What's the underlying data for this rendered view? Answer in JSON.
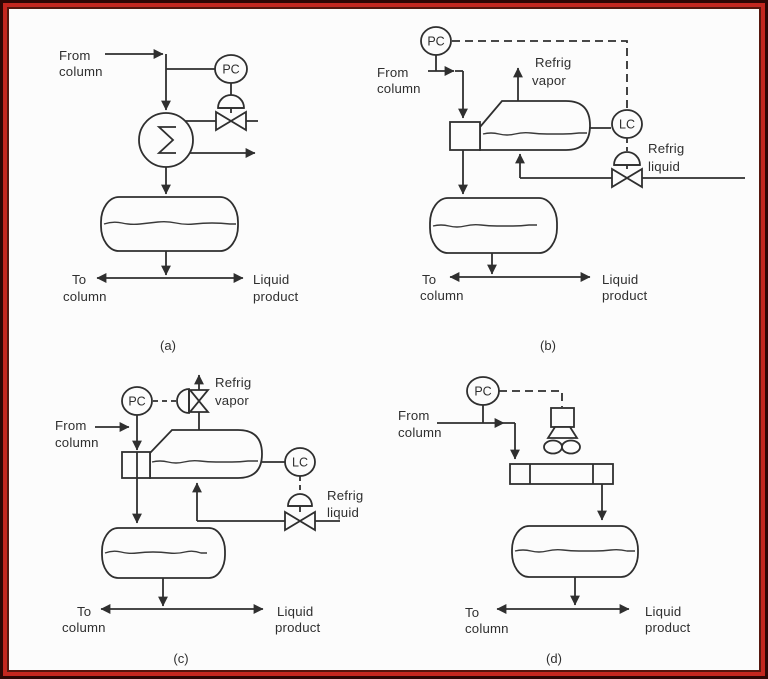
{
  "figure": {
    "description": "Condenser pressure control schemes"
  },
  "colors": {
    "line": "#2f2f2f",
    "background": "#fcfcfc",
    "frame_outer": "#2e0604",
    "frame_red": "#c3271f",
    "frame_inner": "#55170e"
  },
  "diagrams": {
    "a": {
      "caption": "(a)",
      "pc": "PC",
      "from": [
        "From",
        "column"
      ],
      "to": [
        "To",
        "column"
      ],
      "product": [
        "Liquid",
        "product"
      ]
    },
    "b": {
      "caption": "(b)",
      "pc": "PC",
      "lc": "LC",
      "from": [
        "From",
        "column"
      ],
      "refrig_vapor": [
        "Refrig",
        "vapor"
      ],
      "refrig_liquid": [
        "Refrig",
        "liquid"
      ],
      "to": [
        "To",
        "column"
      ],
      "product": [
        "Liquid",
        "product"
      ]
    },
    "c": {
      "caption": "(c)",
      "pc": "PC",
      "lc": "LC",
      "from": [
        "From",
        "column"
      ],
      "refrig_vapor": [
        "Refrig",
        "vapor"
      ],
      "refrig_liquid": [
        "Refrig",
        "liquid"
      ],
      "to": [
        "To",
        "column"
      ],
      "product": [
        "Liquid",
        "product"
      ]
    },
    "d": {
      "caption": "(d)",
      "pc": "PC",
      "from": [
        "From",
        "column"
      ],
      "to": [
        "To",
        "column"
      ],
      "product": [
        "Liquid",
        "product"
      ]
    }
  }
}
